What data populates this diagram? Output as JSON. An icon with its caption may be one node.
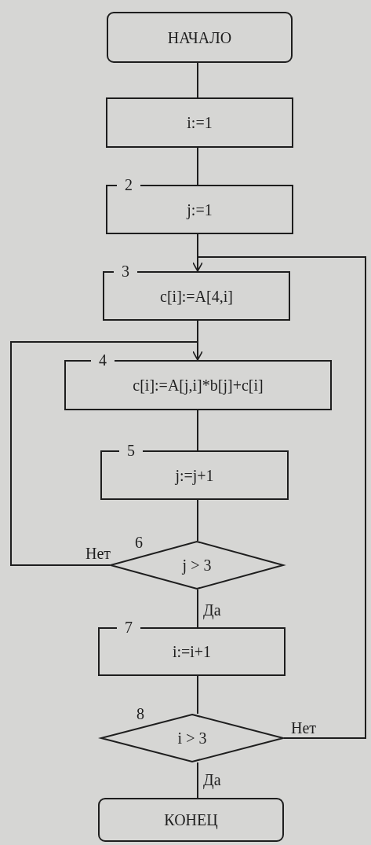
{
  "diagram": {
    "nodes": [
      {
        "text": [
          "НАЧАЛО"
        ]
      },
      {
        "text": [
          "i:=1"
        ]
      },
      {
        "text": [
          "j:=1"
        ],
        "beside": [
          "2"
        ]
      },
      {
        "text": [
          "c[i]:=A[4,i]"
        ],
        "beside": [
          "3"
        ]
      },
      {
        "text": [
          "c[i]:=A[j,i]*b[j]+c[i]"
        ],
        "beside": [
          "4"
        ]
      },
      {
        "text": [
          "j:=j+1"
        ],
        "beside": [
          "5"
        ]
      },
      {
        "text": [
          "j > 3"
        ],
        "beside": [
          "6"
        ]
      },
      {
        "text": [
          "i:=i+1"
        ],
        "beside": [
          "7"
        ]
      },
      {
        "text": [
          "i > 3"
        ],
        "beside": [
          "8"
        ]
      },
      {
        "text": [
          "КОНЕЦ"
        ]
      }
    ],
    "edges": [
      {
        "from": 0,
        "to": 1,
        "arrow": "none"
      },
      {
        "from": 1,
        "to": 2,
        "arrow": "none"
      },
      {
        "from": 2,
        "to": 3,
        "arrow": "none"
      },
      {
        "from": 3,
        "to": 4,
        "arrow": "none"
      },
      {
        "from": 4,
        "to": 5,
        "arrow": "none"
      },
      {
        "from": 5,
        "to": 6,
        "arrow": "none"
      },
      {
        "from": 6,
        "to": 7,
        "arrow": "none",
        "label": "Да"
      },
      {
        "from": 7,
        "to": 8,
        "arrow": "none"
      },
      {
        "from": 8,
        "to": 9,
        "arrow": "none",
        "label": "Да"
      },
      {
        "from": 6,
        "to": 4,
        "arrow": "to",
        "label": "Нет"
      },
      {
        "from": 8,
        "to": 3,
        "arrow": "to",
        "label": "Нет"
      }
    ]
  }
}
